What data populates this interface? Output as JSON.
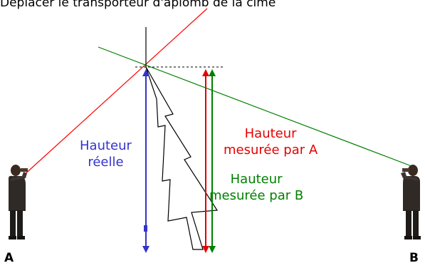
{
  "caption": "Déplacer le transporteur d'aplomb de la cime",
  "labels": {
    "real_height": [
      "Hauteur",
      "réelle"
    ],
    "height_a": [
      "Hauteur",
      "mesurée par A"
    ],
    "height_b": [
      "Hauteur",
      "mesurée par B"
    ],
    "point_a": "A",
    "point_b": "B"
  },
  "colors": {
    "real": "#3333cc",
    "a": "#e60000",
    "b": "#008000",
    "line_a": "#ff0000",
    "line_b": "#008000"
  }
}
